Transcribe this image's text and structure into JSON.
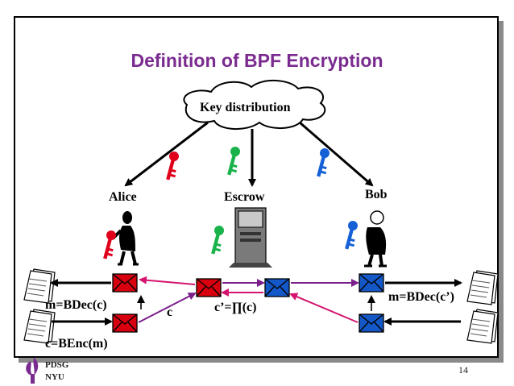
{
  "title": "Definition of BPF Encryption",
  "cloud_label": "Key distribution",
  "parties": {
    "alice": "Alice",
    "escrow": "Escrow",
    "bob": "Bob"
  },
  "formulas": {
    "alice_decrypt": "m=BDec(c)",
    "alice_encrypt": "c=BEnc(m)",
    "ciphertext": "c",
    "escrow_transform": "c’=∏(c)",
    "bob_decrypt": "m=BDec(c’)"
  },
  "footer": {
    "org_line1": "PDSG",
    "org_line2": "NYU",
    "page_number": "14"
  },
  "colors": {
    "title": "#7a2b8f",
    "key_alice": "#e0001b",
    "key_escrow": "#19b24b",
    "key_bob": "#1560d6",
    "envelope_red": "#d8000f",
    "envelope_blue": "#1458c8",
    "arrow_magenta": "#d4146e",
    "arrow_purple": "#7a1f8a"
  }
}
